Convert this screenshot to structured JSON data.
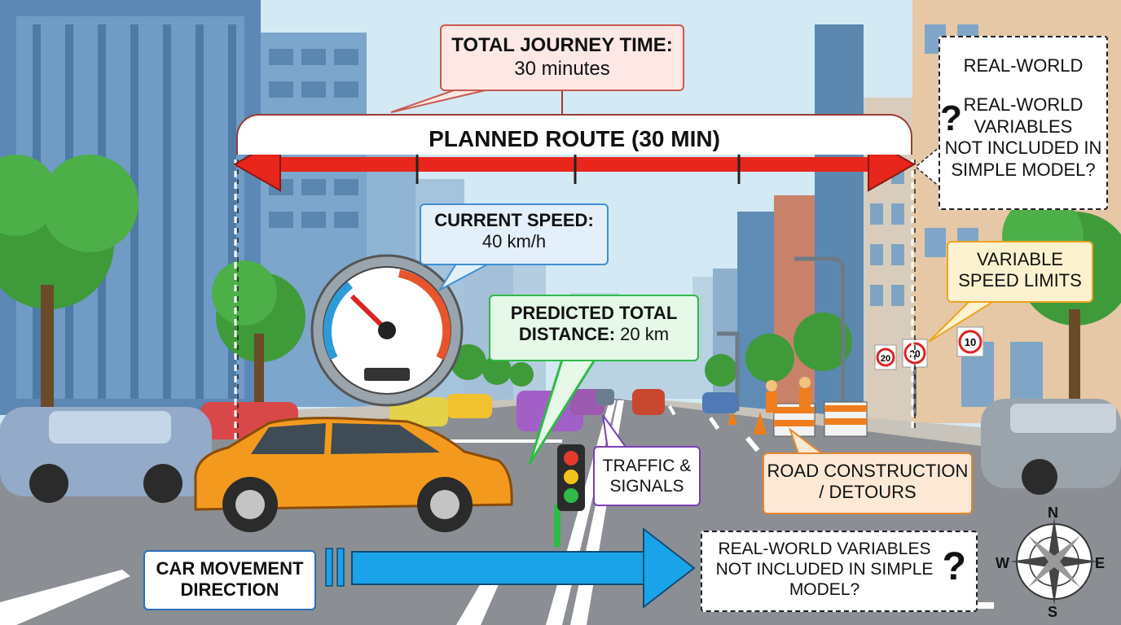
{
  "total_time": {
    "title": "TOTAL JOURNEY TIME:",
    "value": "30 minutes"
  },
  "planned_route": {
    "label": "PLANNED ROUTE (30 MIN)"
  },
  "current_speed": {
    "title": "CURRENT SPEED:",
    "value": "40 km/h"
  },
  "predicted_distance": {
    "title": "PREDICTED TOTAL",
    "title2": "DISTANCE:",
    "value": "20 km"
  },
  "traffic": {
    "line1": "TRAFFIC &",
    "line2": "SIGNALS"
  },
  "construction": {
    "line1": "ROAD CONSTRUCTION",
    "line2": "/ DETOURS"
  },
  "variable_speed": {
    "line1": "VARIABLE",
    "line2": "SPEED LIMITS"
  },
  "car_direction": {
    "line1": "CAR MOVEMENT",
    "line2": "DIRECTION"
  },
  "realworld_top": {
    "title": "REAL-WORLD",
    "q": "?",
    "line1": "REAL-WORLD",
    "line2": "VARIABLES",
    "line3": "NOT INCLUDED IN",
    "line4": "SIMPLE MODEL?"
  },
  "realworld_bottom": {
    "line1": "REAL-WORLD VARIABLES",
    "line2": "NOT INCLUDED IN SIMPLE",
    "line3": "MODEL?",
    "q": "?"
  },
  "speed_signs": [
    "20",
    "20",
    "10"
  ],
  "compass": {
    "n": "N",
    "s": "S",
    "e": "E",
    "w": "W"
  },
  "colors": {
    "route_arrow": "#e8261c",
    "direction_arrow": "#1aa3e8",
    "car": "#f39a1e",
    "sky": "#cfe6f2"
  }
}
